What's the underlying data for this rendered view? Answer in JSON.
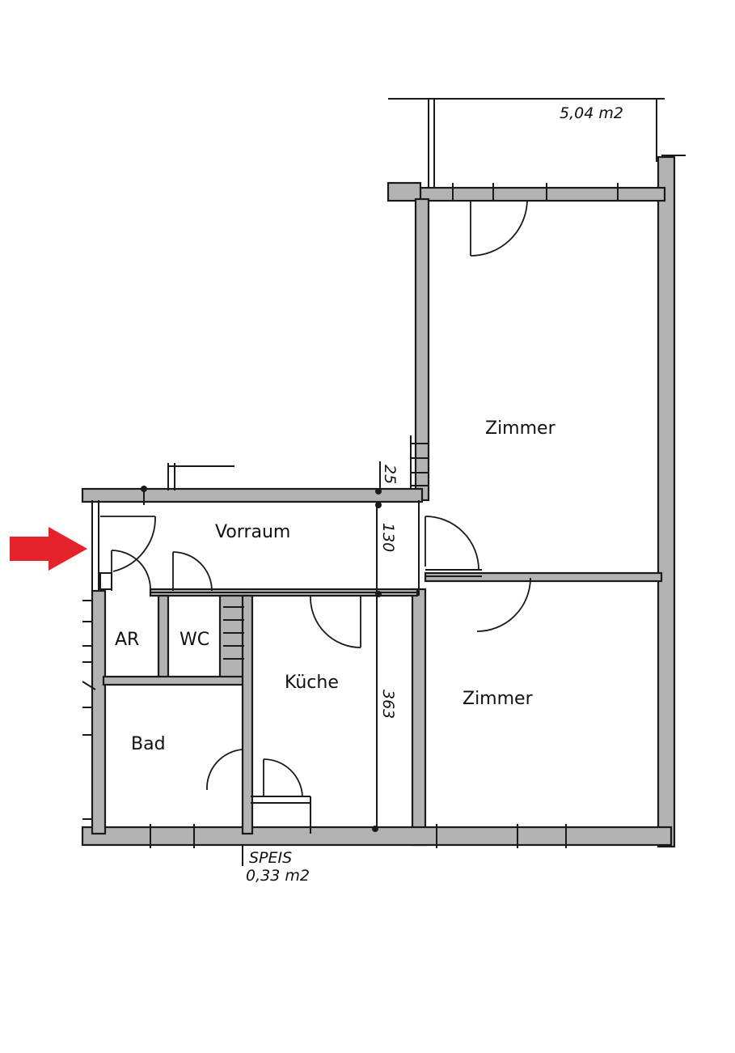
{
  "rooms": {
    "zimmer_top": "Zimmer",
    "zimmer_bottom": "Zimmer",
    "vorraum": "Vorraum",
    "ar": "AR",
    "wc": "WC",
    "kueche": "Küche",
    "bad": "Bad"
  },
  "annotations": {
    "balcony_area": "5,04 m2",
    "dim_25": "25",
    "dim_130": "130",
    "dim_363": "363",
    "speis": "SPEIS",
    "speis_area": "0,33 m2"
  },
  "colors": {
    "wall_fill": "#b3b3b3",
    "line": "#1a1a1a",
    "entrance_arrow": "#e3222b"
  },
  "icons": {
    "entrance_marker": "arrow-right-icon"
  }
}
